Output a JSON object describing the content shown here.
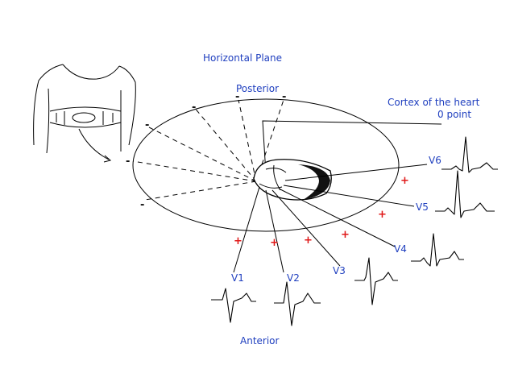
{
  "title": "Horizontal Plane",
  "labels": {
    "posterior": "Posterior",
    "anterior": "Anterior",
    "cortex_line1": "Cortex of the heart",
    "cortex_line2": "0 point"
  },
  "leads": [
    "V1",
    "V2",
    "V3",
    "V4",
    "V5",
    "V6"
  ],
  "signs": {
    "positive": "+",
    "negative": "-"
  },
  "colors": {
    "label_blue": "#1f3fbf",
    "positive_red": "#e01818",
    "negative_black": "#111111"
  }
}
